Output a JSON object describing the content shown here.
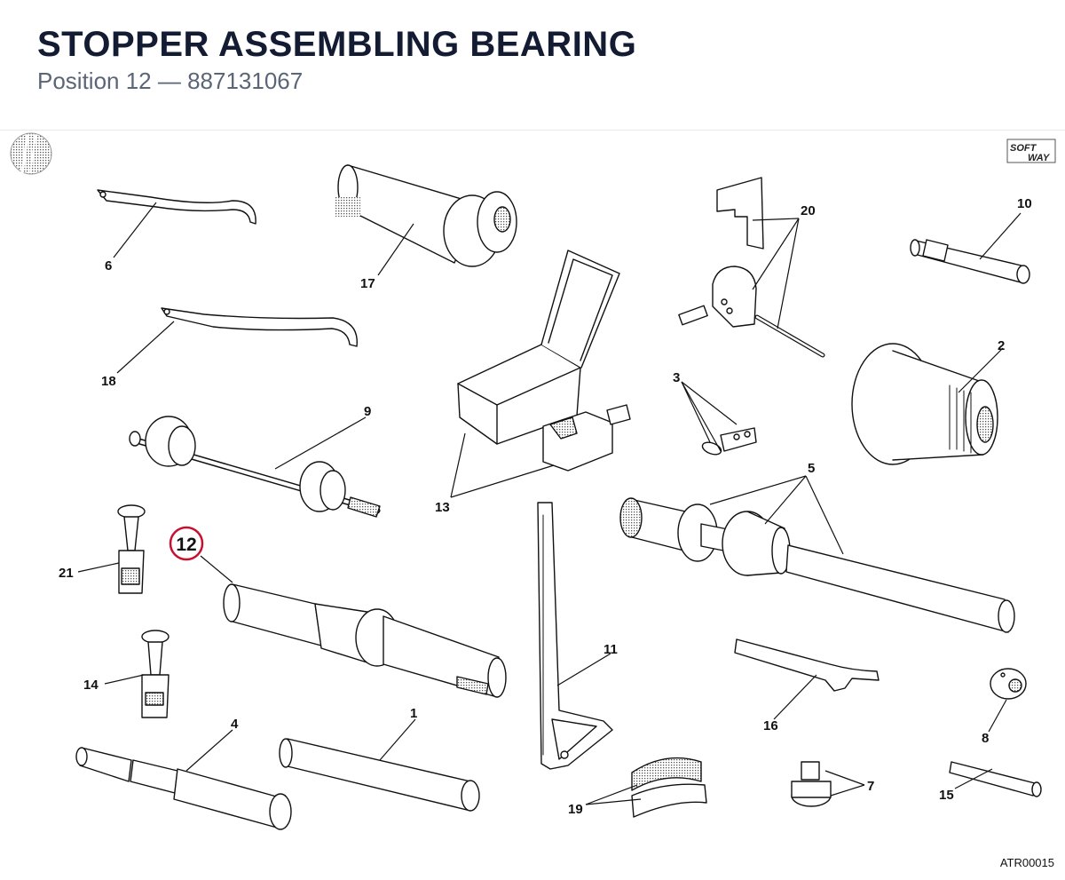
{
  "header": {
    "title": "STOPPER ASSEMBLING BEARING",
    "subtitle": "Position 12 — 887131067"
  },
  "brand": {
    "soft": "SOFT",
    "way": "WAY"
  },
  "diagram": {
    "highlight_color": "#c8102e",
    "highlighted_label": "12",
    "labels": [
      "1",
      "2",
      "3",
      "4",
      "5",
      "6",
      "7",
      "8",
      "9",
      "10",
      "11",
      "13",
      "14",
      "15",
      "16",
      "17",
      "18",
      "19",
      "20",
      "21"
    ],
    "reference_code": "ATR00015"
  }
}
